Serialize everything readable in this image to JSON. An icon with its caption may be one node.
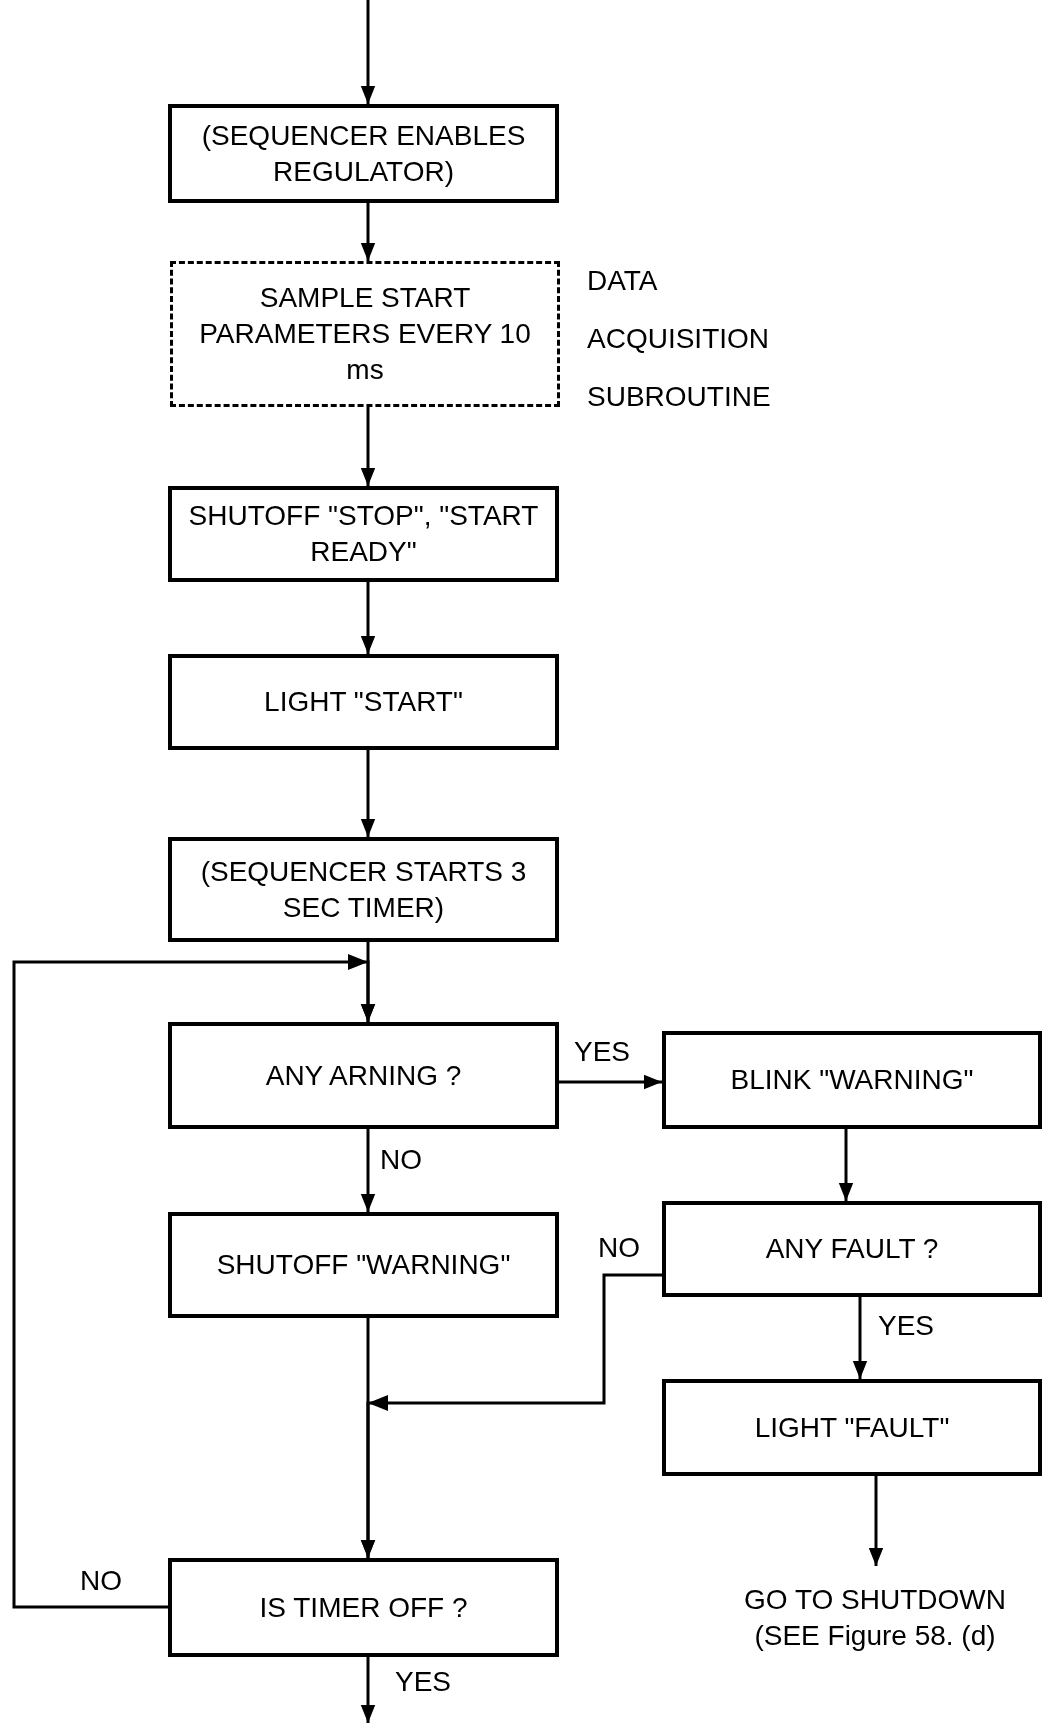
{
  "diagram": {
    "nodes": [
      {
        "text": [
          "(SEQUENCER ENABLES REGULATOR)"
        ]
      },
      {
        "text": [
          "SAMPLE START PARAMETERS EVERY 10 ms"
        ],
        "beside": [
          "DATA ACQUISITION SUBROUTINE"
        ]
      },
      {
        "text": [
          "SHUTOFF \"STOP\", \"START READY\""
        ]
      },
      {
        "text": [
          "LIGHT \"START\""
        ]
      },
      {
        "text": [
          "(SEQUENCER STARTS 3 SEC TIMER)"
        ]
      },
      {
        "text": [
          "ANY ARNING ?"
        ]
      },
      {
        "text": [
          "BLINK \"WARNING\""
        ]
      },
      {
        "text": [
          "SHUTOFF \"WARNING\""
        ]
      },
      {
        "text": [
          "ANY FAULT ?"
        ]
      },
      {
        "text": [
          "LIGHT \"FAULT\""
        ]
      },
      {
        "text": [
          "IS TIMER OFF ?"
        ]
      },
      {
        "text": [
          "GO TO SHUTDOWN (SEE Figure 58. (d)"
        ]
      }
    ],
    "edges": [
      {
        "from": null,
        "to": 0,
        "arrow": "to"
      },
      {
        "from": 0,
        "to": 1,
        "arrow": "to"
      },
      {
        "from": 1,
        "to": 2,
        "arrow": "to"
      },
      {
        "from": 2,
        "to": 3,
        "arrow": "to"
      },
      {
        "from": 3,
        "to": 4,
        "arrow": "to"
      },
      {
        "from": 4,
        "to": 5,
        "arrow": "to"
      },
      {
        "from": 5,
        "to": 6,
        "arrow": "to",
        "label": "YES"
      },
      {
        "from": 5,
        "to": 7,
        "arrow": "to",
        "label": "NO"
      },
      {
        "from": 6,
        "to": 8,
        "arrow": "to"
      },
      {
        "from": 8,
        "to": 9,
        "arrow": "to",
        "label": "YES"
      },
      {
        "from": 9,
        "to": 11,
        "arrow": "to"
      },
      {
        "from": 8,
        "to": 10,
        "arrow": "to",
        "label": "NO"
      },
      {
        "from": 7,
        "to": 10,
        "arrow": "to"
      },
      {
        "from": 10,
        "to": 5,
        "arrow": "to",
        "label": "NO"
      },
      {
        "from": 10,
        "to": null,
        "arrow": "to",
        "label": "YES"
      }
    ]
  }
}
